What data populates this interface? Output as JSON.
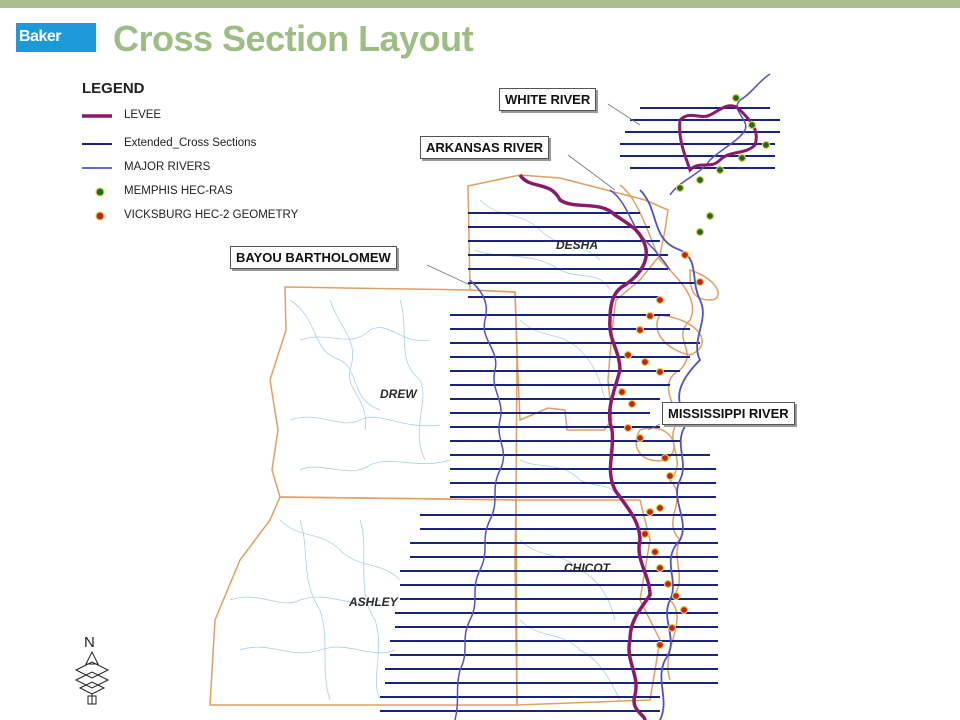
{
  "header": {
    "logo_text": "Baker",
    "title": "Cross Section Layout"
  },
  "legend": {
    "title": "LEGEND",
    "items": [
      {
        "label": "LEVEE",
        "symbol": "thick-line",
        "color": "#8b1a6b"
      },
      {
        "label": "Extended_Cross Sections",
        "symbol": "line",
        "color": "#1a237e"
      },
      {
        "label": "MAJOR RIVERS",
        "symbol": "line",
        "color": "#4f52c8"
      },
      {
        "label": "MEMPHIS HEC-RAS",
        "symbol": "dot",
        "color": "#1e6b2a"
      },
      {
        "label": "VICKSBURG HEC-2 GEOMETRY",
        "symbol": "dot",
        "color": "#c8201d"
      }
    ]
  },
  "callouts": {
    "white_river": "WHITE RIVER",
    "arkansas_river": "ARKANSAS RIVER",
    "bayou_bartholomew": "BAYOU BARTHOLOMEW",
    "mississippi_river": "MISSISSIPPI RIVER"
  },
  "counties": {
    "desha": "DESHA",
    "drew": "DREW",
    "chicot": "CHICOT",
    "ashley": "ASHLEY"
  },
  "north_arrow": {
    "letter": "N"
  },
  "colors": {
    "levee": "#8b1a6b",
    "cross_section": "#1a237e",
    "major_river": "#4f52c8",
    "county_boundary": "#e0a060",
    "memphis_dot": "#1e6b2a",
    "vicksburg_dot": "#c8201d",
    "streams": "#a8cfe6"
  }
}
